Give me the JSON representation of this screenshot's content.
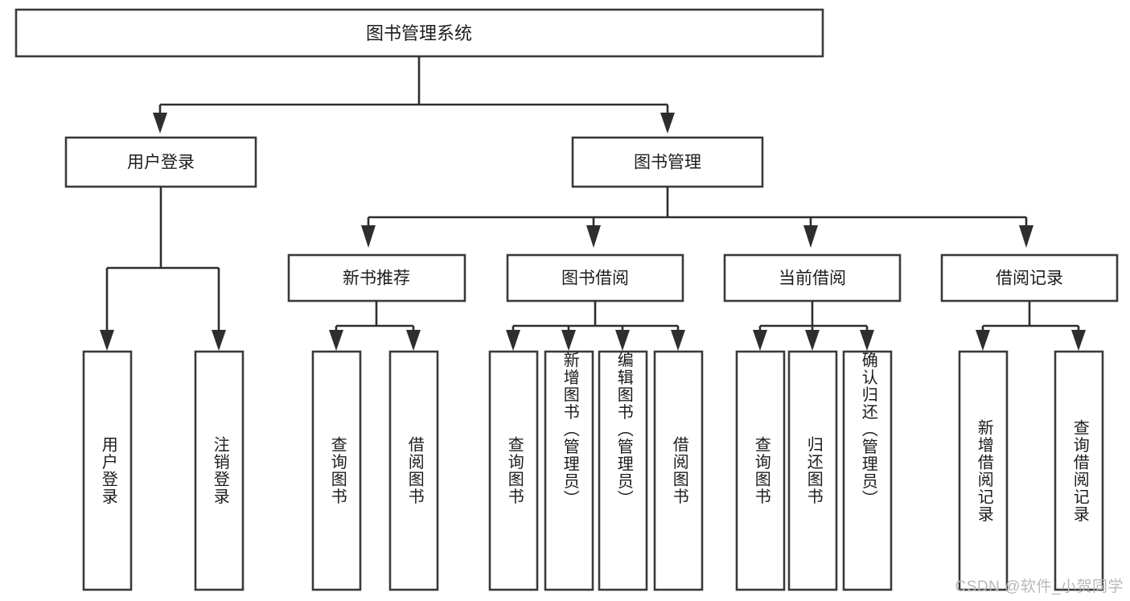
{
  "diagram": {
    "title": "图书管理系统",
    "watermark": "CSDN @软件_小贺同学",
    "colors": {
      "background": "#ffffff",
      "box_fill": "#ffffff",
      "box_stroke": "#3a3a3a",
      "connector": "#2e2e2e",
      "text": "#1c1c1c",
      "watermark": "#b9b9b9"
    },
    "root": {
      "label": "图书管理系统"
    },
    "level2": [
      {
        "label": "用户登录"
      },
      {
        "label": "图书管理"
      }
    ],
    "level3": [
      {
        "label": "新书推荐"
      },
      {
        "label": "图书借阅"
      },
      {
        "label": "当前借阅"
      },
      {
        "label": "借阅记录"
      }
    ],
    "leaves": {
      "user_login": [
        {
          "label": "用户登录"
        },
        {
          "label": "注销登录"
        }
      ],
      "new_book_recommend": [
        {
          "label": "查询图书"
        },
        {
          "label": "借阅图书"
        }
      ],
      "book_borrow": [
        {
          "label": "查询图书"
        },
        {
          "label": "新增图书（管理员）"
        },
        {
          "label": "编辑图书（管理员）"
        },
        {
          "label": "借阅图书"
        }
      ],
      "current_borrow": [
        {
          "label": "查询图书"
        },
        {
          "label": "归还图书"
        },
        {
          "label": "确认归还（管理员）"
        }
      ],
      "borrow_record": [
        {
          "label": "新增借阅记录"
        },
        {
          "label": "查询借阅记录"
        }
      ]
    }
  }
}
